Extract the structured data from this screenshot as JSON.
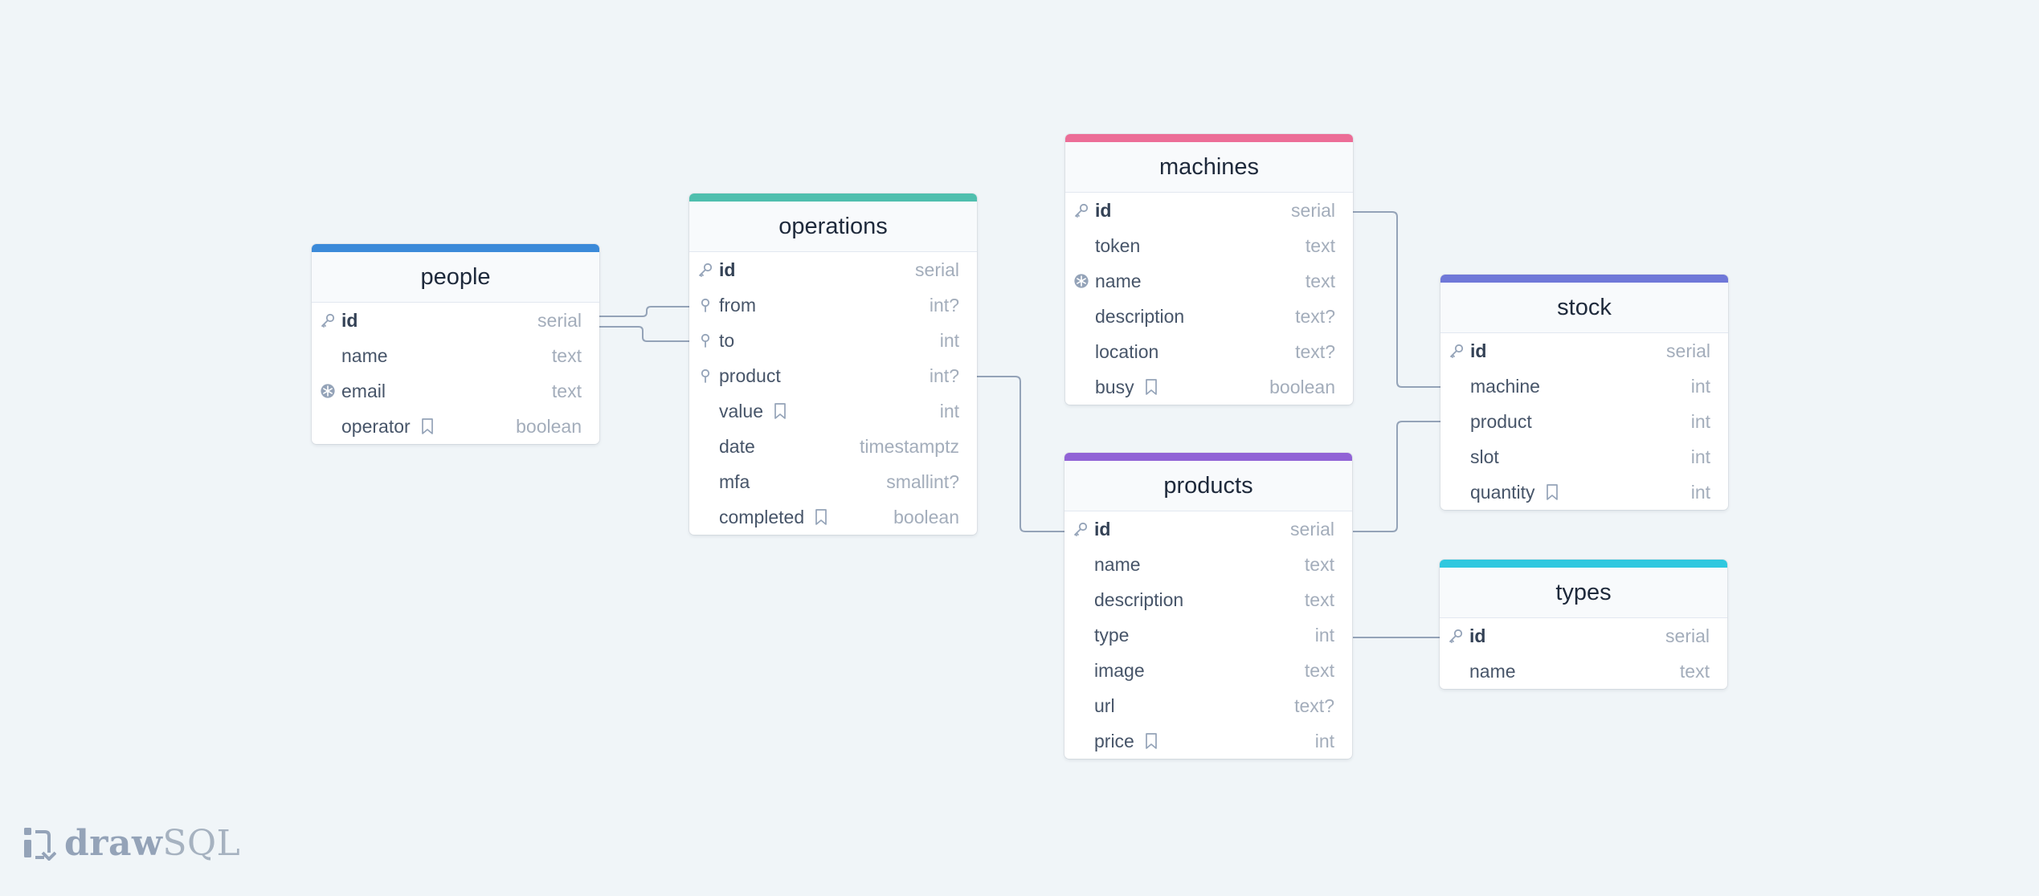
{
  "brand": {
    "name_bold": "draw",
    "name_light": "SQL",
    "logo_icon": "drawsql-logo-icon"
  },
  "tables": {
    "people": {
      "title": "people",
      "color": "#3b8ad9",
      "columns": [
        {
          "name": "id",
          "type": "serial",
          "icon": "key-icon",
          "pk": true,
          "note": false
        },
        {
          "name": "name",
          "type": "text",
          "icon": "",
          "pk": false,
          "note": false
        },
        {
          "name": "email",
          "type": "text",
          "icon": "unique-icon",
          "pk": false,
          "note": false
        },
        {
          "name": "operator",
          "type": "boolean",
          "icon": "",
          "pk": false,
          "note": true
        }
      ]
    },
    "operations": {
      "title": "operations",
      "color": "#4fbfae",
      "columns": [
        {
          "name": "id",
          "type": "serial",
          "icon": "key-icon",
          "pk": true,
          "note": false
        },
        {
          "name": "from",
          "type": "int?",
          "icon": "foreign-key-icon",
          "pk": false,
          "note": false
        },
        {
          "name": "to",
          "type": "int",
          "icon": "foreign-key-icon",
          "pk": false,
          "note": false
        },
        {
          "name": "product",
          "type": "int?",
          "icon": "foreign-key-icon",
          "pk": false,
          "note": false
        },
        {
          "name": "value",
          "type": "int",
          "icon": "",
          "pk": false,
          "note": true
        },
        {
          "name": "date",
          "type": "timestamptz",
          "icon": "",
          "pk": false,
          "note": false
        },
        {
          "name": "mfa",
          "type": "smallint?",
          "icon": "",
          "pk": false,
          "note": false
        },
        {
          "name": "completed",
          "type": "boolean",
          "icon": "",
          "pk": false,
          "note": true
        }
      ]
    },
    "machines": {
      "title": "machines",
      "color": "#ec6d97",
      "columns": [
        {
          "name": "id",
          "type": "serial",
          "icon": "key-icon",
          "pk": true,
          "note": false
        },
        {
          "name": "token",
          "type": "text",
          "icon": "",
          "pk": false,
          "note": false
        },
        {
          "name": "name",
          "type": "text",
          "icon": "unique-icon",
          "pk": false,
          "note": false
        },
        {
          "name": "description",
          "type": "text?",
          "icon": "",
          "pk": false,
          "note": false
        },
        {
          "name": "location",
          "type": "text?",
          "icon": "",
          "pk": false,
          "note": false
        },
        {
          "name": "busy",
          "type": "boolean",
          "icon": "",
          "pk": false,
          "note": true
        }
      ]
    },
    "products": {
      "title": "products",
      "color": "#9163d6",
      "columns": [
        {
          "name": "id",
          "type": "serial",
          "icon": "key-icon",
          "pk": true,
          "note": false
        },
        {
          "name": "name",
          "type": "text",
          "icon": "",
          "pk": false,
          "note": false
        },
        {
          "name": "description",
          "type": "text",
          "icon": "",
          "pk": false,
          "note": false
        },
        {
          "name": "type",
          "type": "int",
          "icon": "",
          "pk": false,
          "note": false
        },
        {
          "name": "image",
          "type": "text",
          "icon": "",
          "pk": false,
          "note": false
        },
        {
          "name": "url",
          "type": "text?",
          "icon": "",
          "pk": false,
          "note": false
        },
        {
          "name": "price",
          "type": "int",
          "icon": "",
          "pk": false,
          "note": true
        }
      ]
    },
    "stock": {
      "title": "stock",
      "color": "#6f78d8",
      "columns": [
        {
          "name": "id",
          "type": "serial",
          "icon": "key-icon",
          "pk": true,
          "note": false
        },
        {
          "name": "machine",
          "type": "int",
          "icon": "",
          "pk": false,
          "note": false
        },
        {
          "name": "product",
          "type": "int",
          "icon": "",
          "pk": false,
          "note": false
        },
        {
          "name": "slot",
          "type": "int",
          "icon": "",
          "pk": false,
          "note": false
        },
        {
          "name": "quantity",
          "type": "int",
          "icon": "",
          "pk": false,
          "note": true
        }
      ]
    },
    "types": {
      "title": "types",
      "color": "#2fc8df",
      "columns": [
        {
          "name": "id",
          "type": "serial",
          "icon": "key-icon",
          "pk": true,
          "note": false
        },
        {
          "name": "name",
          "type": "text",
          "icon": "",
          "pk": false,
          "note": false
        }
      ]
    }
  }
}
